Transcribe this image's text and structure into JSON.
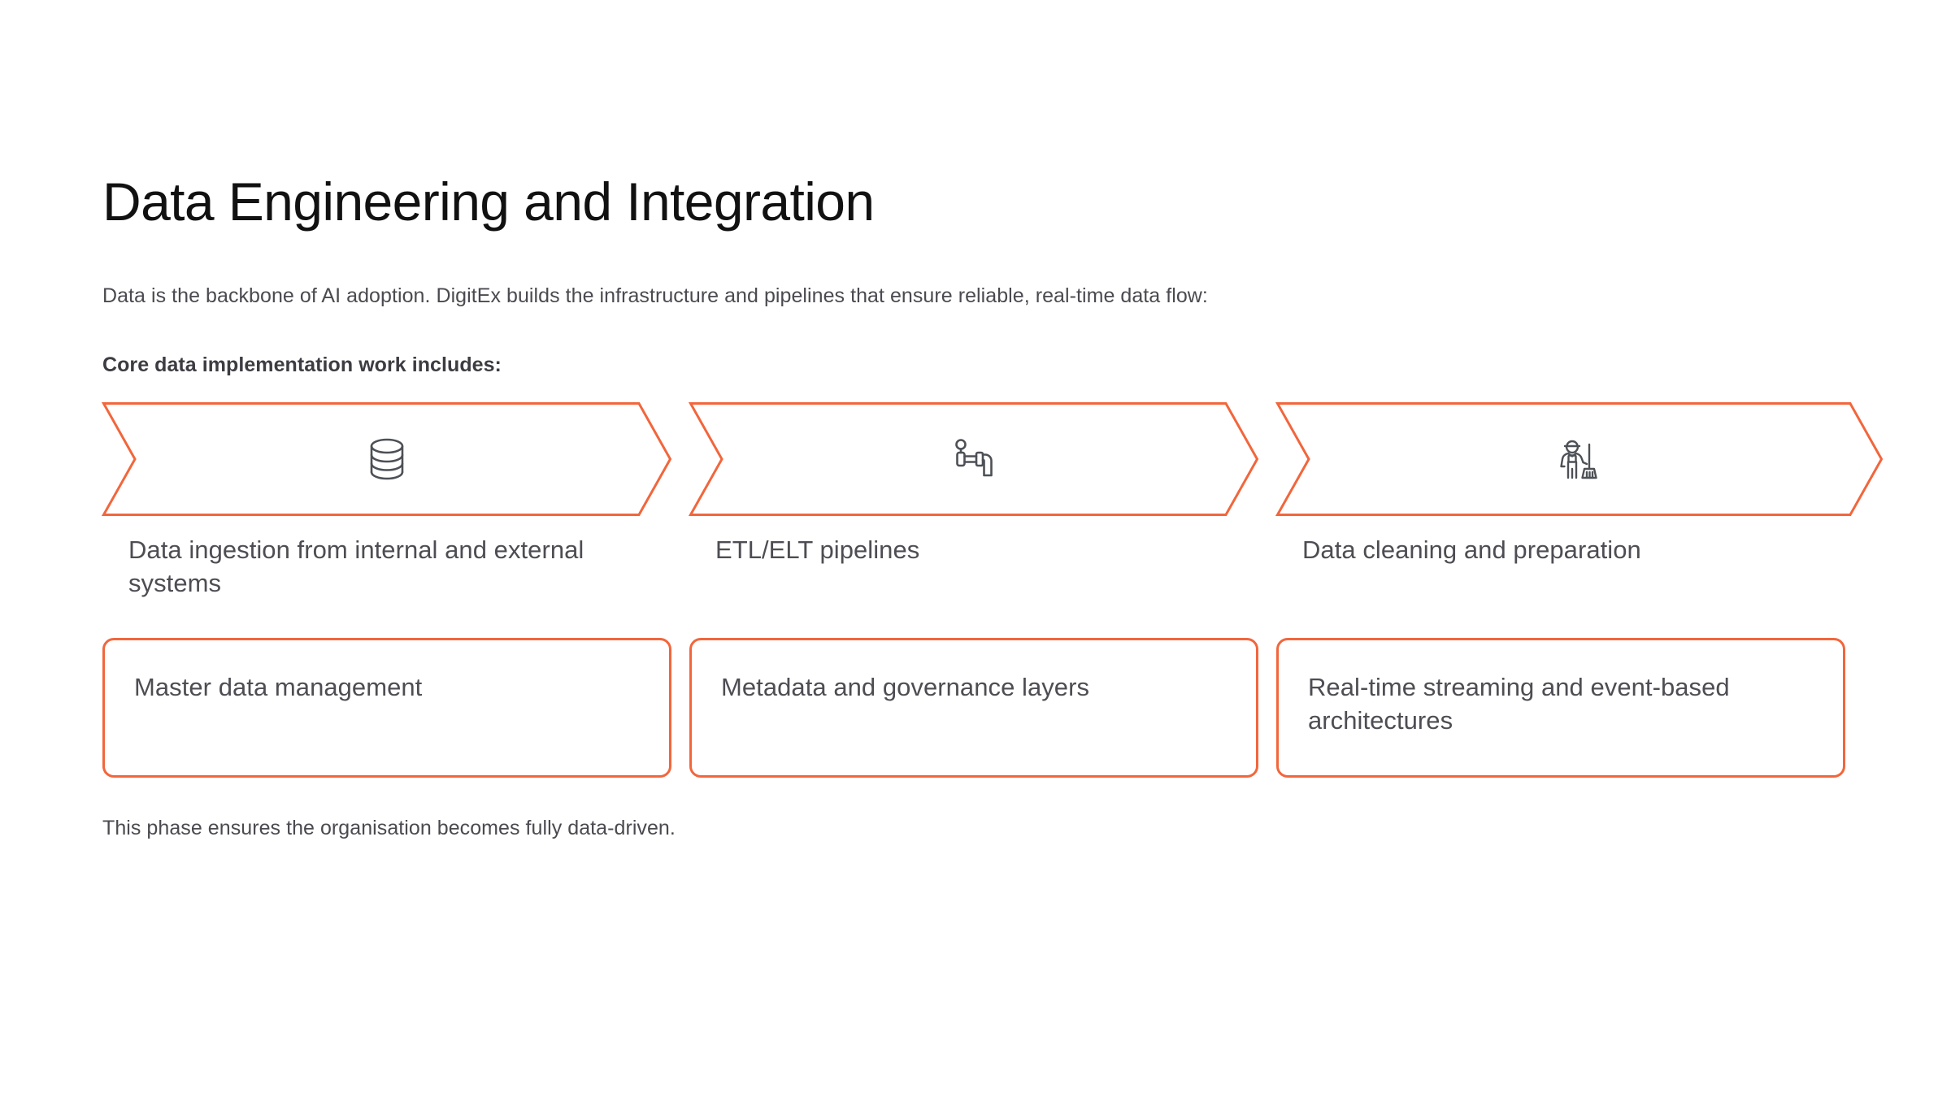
{
  "page": {
    "background_color": "#FFFFFF",
    "accent_color": "#F2663C",
    "icon_color": "#4D5156",
    "text_color": "#4A4A50",
    "title": "Data Engineering and Integration",
    "intro": "Data is the backbone of AI adoption. DigitEx builds the infrastructure and pipelines that ensure reliable, real-time data flow:",
    "subhead": "Core data implementation work includes:",
    "outro": "This phase ensures the organisation becomes fully data-driven."
  },
  "chevrons": [
    {
      "icon_name": "database-icon",
      "caption": "Data ingestion from internal and external systems"
    },
    {
      "icon_name": "pipe-valve-icon",
      "caption": "ETL/ELT pipelines"
    },
    {
      "icon_name": "worker-broom-icon",
      "caption": "Data cleaning and preparation"
    }
  ],
  "cards": [
    {
      "label": "Master data management"
    },
    {
      "label": "Metadata and governance layers"
    },
    {
      "label": "Real-time streaming and event-based architectures"
    }
  ]
}
